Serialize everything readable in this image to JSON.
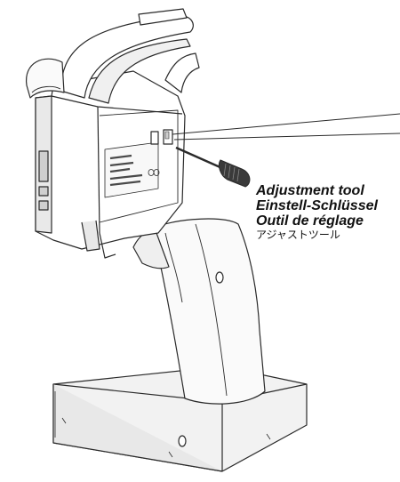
{
  "labels": {
    "en": "Adjustment tool",
    "de": "Einstell-Schlüssel",
    "fr": "Outil de réglage",
    "ja": "アジャストツール"
  },
  "colors": {
    "outline": "#2a2a2a",
    "body": "#ffffff",
    "shade": "#e6e6e6",
    "dark": "#4a4a4a"
  }
}
